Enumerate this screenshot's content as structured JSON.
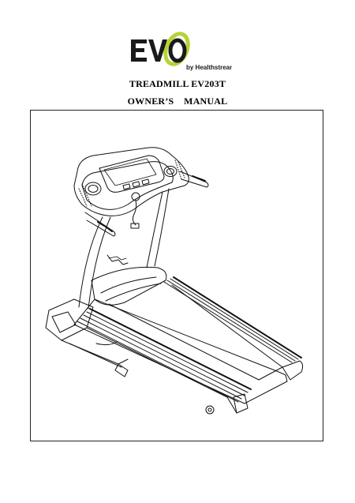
{
  "logo": {
    "brand_text": "EVO",
    "tagline": "by Healthstream",
    "accent_color": "#b5d334"
  },
  "header": {
    "title_line1": "TREADMILL EV203T",
    "title_line2": "OWNER’S    MANUAL"
  },
  "illustration": {
    "subject": "treadmill-line-drawing"
  }
}
